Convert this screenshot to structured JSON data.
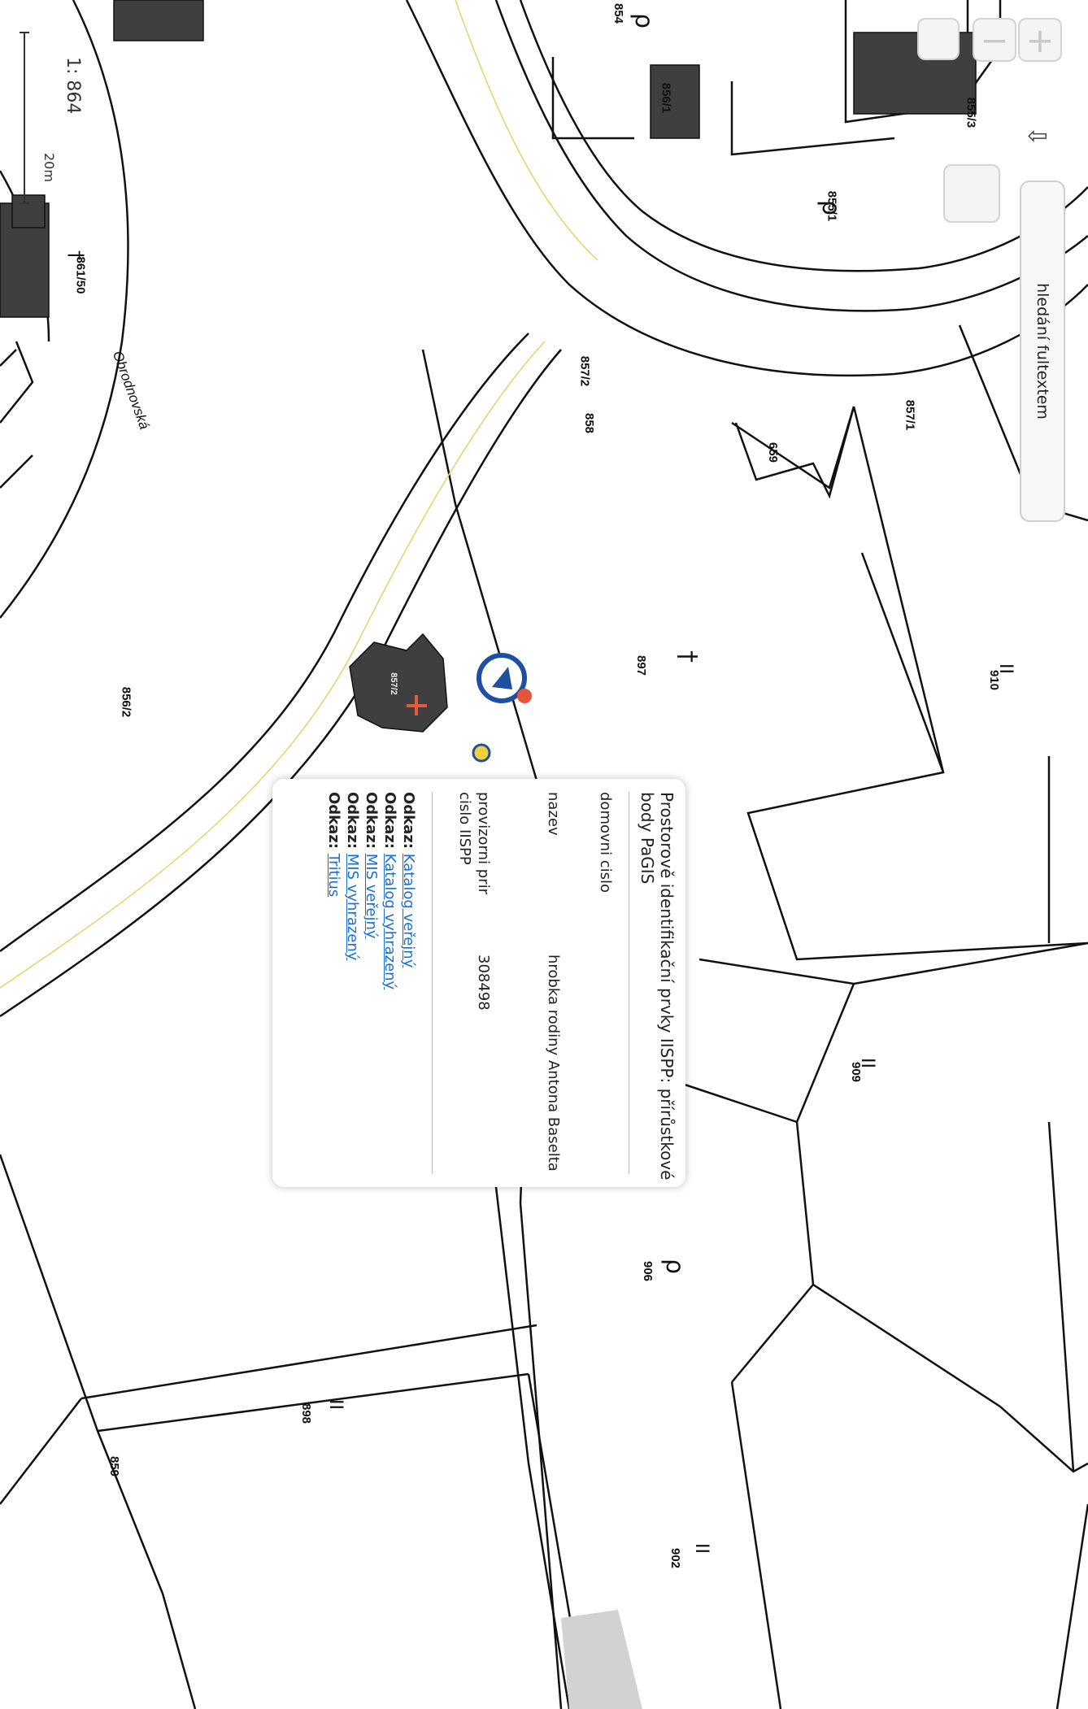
{
  "map": {
    "scale_text": "1: 864",
    "scale_bar_text": "20m",
    "street_label": "Obrodnovská",
    "parcel_labels": [
      "854",
      "855/1",
      "855/3",
      "856/1",
      "857/2",
      "857/1",
      "858",
      "659",
      "856/2",
      "861/50",
      "910",
      "909",
      "906",
      "897",
      "898",
      "859",
      "902",
      "857/2"
    ],
    "symbol_labels": [
      "ρ",
      "ρ",
      "ρ",
      "II",
      "II",
      "II",
      "II",
      "†",
      "†"
    ]
  },
  "controls": {
    "zoom_out": "−",
    "zoom_in": "+",
    "arrow": "⇩",
    "search_label": "hledání fultextem"
  },
  "popup": {
    "title": "Prostorově identifikační prvky IISPP: přírůstkové body PaGIS",
    "rows": [
      {
        "key": "domovni cislo",
        "value": ""
      },
      {
        "key": "nazev",
        "value": "hrobka rodiny Antona Baselta"
      },
      {
        "key": "provizorni prir cislo IISPP",
        "value": "308498"
      }
    ],
    "links": [
      {
        "label": "Odkaz:",
        "text": "Katalog veřejný"
      },
      {
        "label": "Odkaz:",
        "text": "Katalog vyhrazený"
      },
      {
        "label": "Odkaz:",
        "text": "MIS veřejný"
      },
      {
        "label": "Odkaz:",
        "text": "MIS vyhrazený"
      },
      {
        "label": "Odkaz:",
        "text": "Tritius"
      }
    ]
  }
}
